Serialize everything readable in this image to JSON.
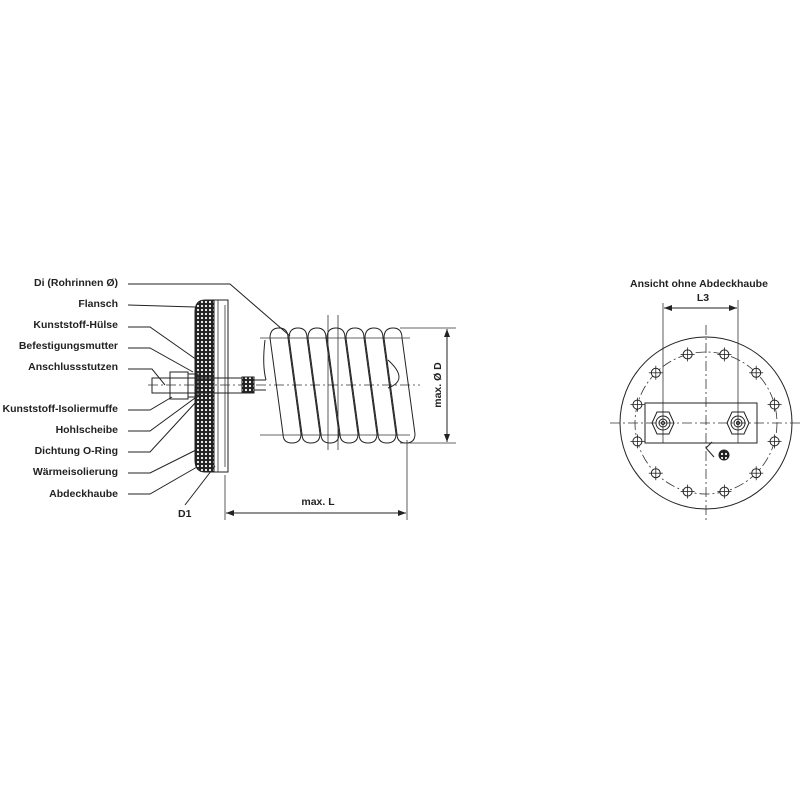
{
  "side_view": {
    "labels": [
      "Di (Rohrinnen Ø)",
      "Flansch",
      "Kunststoff-Hülse",
      "Befestigungsmutter",
      "Anschlussstutzen",
      "Kunststoff-Isoliermuffe",
      "Hohlscheibe",
      "Dichtung O-Ring",
      "Wärmeisolierung",
      "Abdeckhaube"
    ],
    "d1_label": "D1",
    "length_label": "max. L",
    "diameter_label": "max. Ø D"
  },
  "front_view": {
    "title": "Ansicht ohne Abdeckhaube",
    "l3_label": "L3"
  },
  "colors": {
    "line": "#222222",
    "background": "#ffffff"
  }
}
